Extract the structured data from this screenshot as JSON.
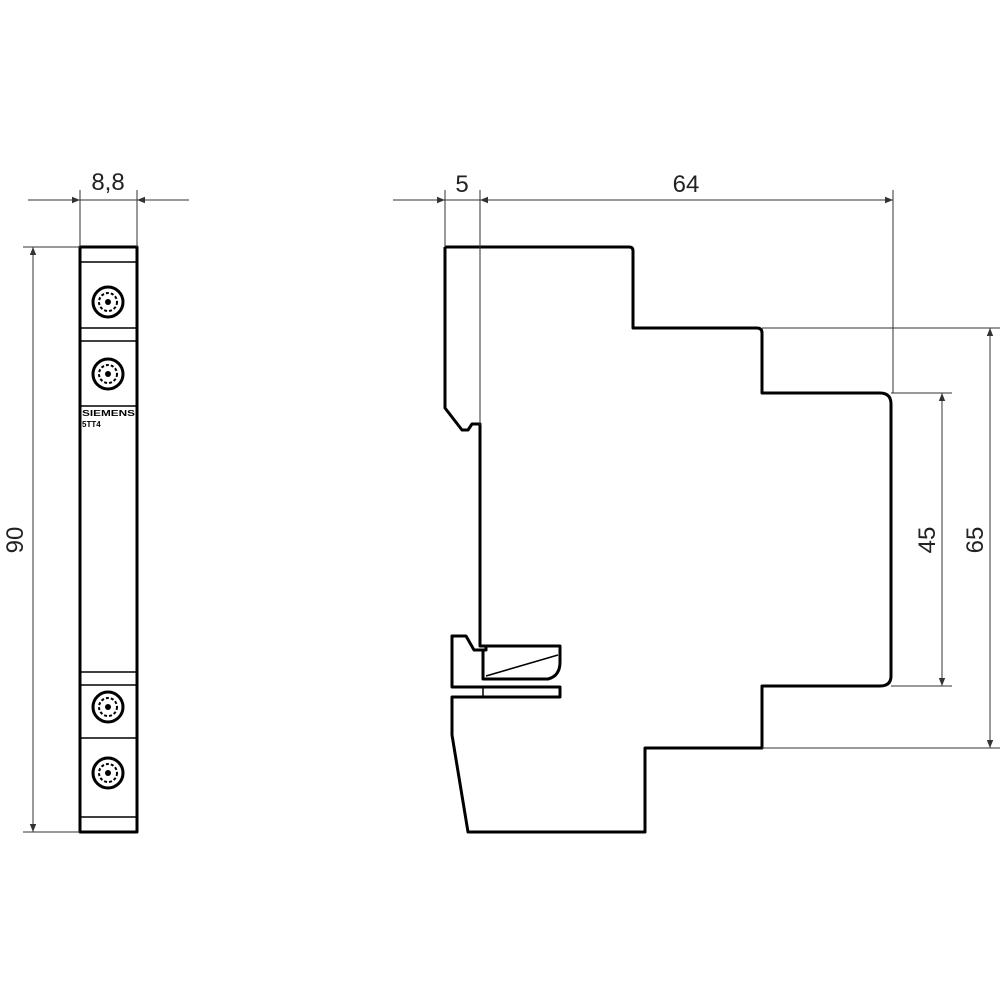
{
  "dimensions": {
    "width_front": "8,8",
    "height_front": "90",
    "offset_side": "5",
    "depth_side": "64",
    "height_inner": "45",
    "height_outer": "65"
  },
  "front_label": {
    "brand": "SIEMENS",
    "model": "5TT4"
  },
  "colors": {
    "line": "#000000",
    "dimension_line": "#333333"
  }
}
